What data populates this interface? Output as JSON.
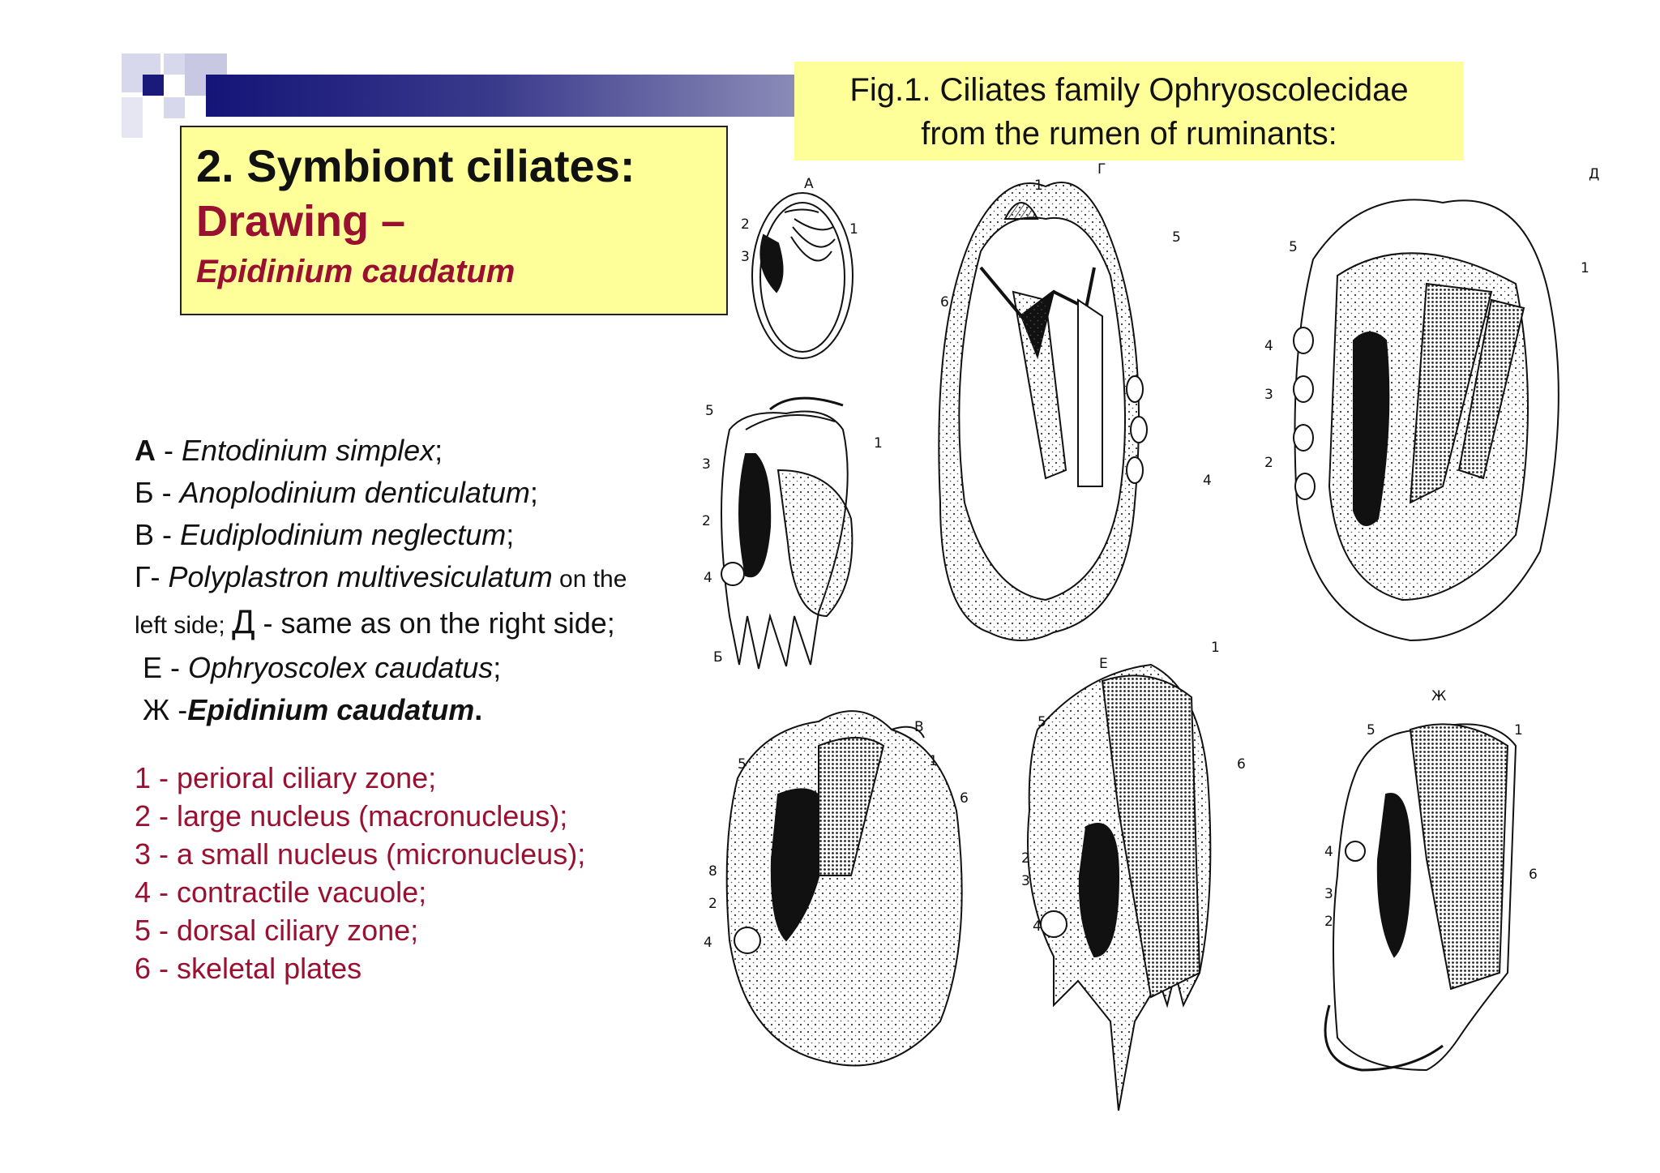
{
  "slide": {
    "title": "2. Symbiont ciliates:",
    "subtitle": "Drawing –",
    "species": "Epidinium caudatum"
  },
  "figure_caption": {
    "line1": "Fig.1. Ciliates family Ophryoscolecidae",
    "line2": "from the rumen of ruminants:"
  },
  "species_list": {
    "a_letter": "А",
    "a_sep": " - ",
    "a_name": "Entodinium simplex",
    "a_end": ";",
    "b_letter": "Б",
    "b_sep": " - ",
    "b_name": "Anoplodinium denticulatum",
    "b_end": ";",
    "v_letter": "В",
    "v_sep": " - ",
    "v_name": "Eudiplodinium neglectum",
    "v_end": ";",
    "g_letter": "Г",
    "g_sep": "- ",
    "g_name": "Polyplastron multivesiculatum",
    "g_tail": " on the",
    "g_tail2": "left side; ",
    "d_letter": "Д",
    "d_text": " - same as on the right side;",
    "e_letter": "Е",
    "e_sep": " - ",
    "e_name": "Ophryoscolex caudatus",
    "e_end": ";",
    "zh_letter": "Ж",
    "zh_sep": " -",
    "zh_name": "Epidinium caudatum",
    "zh_end": "."
  },
  "legend": [
    "1 - perioral ciliary zone;",
    "2 - large nucleus (macronucleus);",
    "3 - a small nucleus (micronucleus);",
    "4 - contractile vacuole;",
    "5 - dorsal ciliary zone;",
    "6 - skeletal plates"
  ],
  "figure_panels": {
    "a": "А",
    "b": "Б",
    "v": "В",
    "g": "Г",
    "d": "Д",
    "e": "Е",
    "zh": "Ж"
  },
  "figure_numbers": [
    "1",
    "2",
    "3",
    "4",
    "5",
    "6",
    "8"
  ],
  "colors": {
    "title_box": "#ffff99",
    "accent_red": "#9a1030",
    "bar_dark": "#141478"
  }
}
